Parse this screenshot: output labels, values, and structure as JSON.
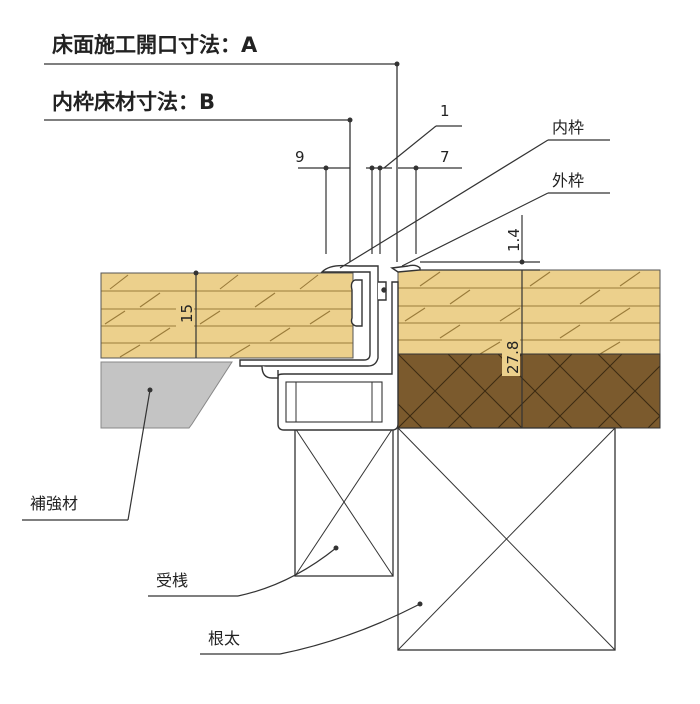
{
  "titles": {
    "floor_opening": "床面施工開口寸法：A",
    "inner_frame_floor": "内枠床材寸法：B"
  },
  "labels": {
    "inner_frame": "内枠",
    "outer_frame": "外枠",
    "reinforcement": "補強材",
    "support": "受桟",
    "joist": "根太"
  },
  "dimensions": {
    "gap": "1",
    "left_offset": "9",
    "right_offset": "7",
    "lip_height": "1.4",
    "floor_thickness_left": "15",
    "floor_thickness_right": "27.8"
  },
  "colors": {
    "wood": "#ecd08c",
    "wood_grain": "#9a7b3a",
    "subfloor": "#7b5a2d",
    "reinforcement": "#c4c4c4",
    "line": "#333333"
  }
}
